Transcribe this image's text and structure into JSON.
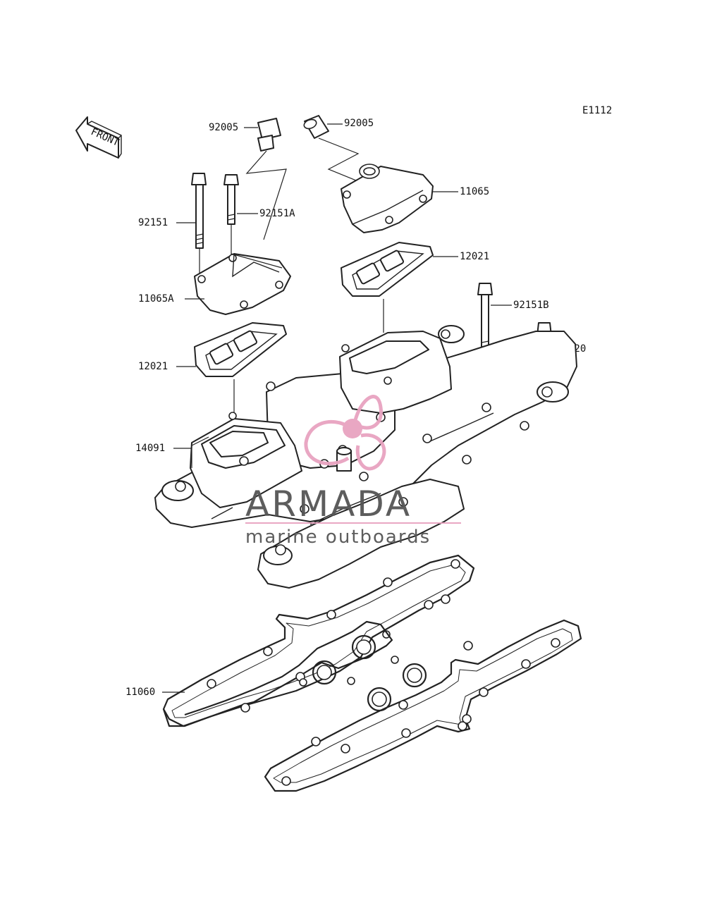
{
  "diagram_id": "E1112",
  "front_label": "FRONT",
  "callouts": {
    "c92005_left": "92005",
    "c92005_right": "92005",
    "c11065": "11065",
    "c92151": "92151",
    "c92151A": "92151A",
    "c11065A": "11065A",
    "c12021_right": "12021",
    "c12021_left": "12021",
    "c92151B": "92151B",
    "c120": "120",
    "c14091": "14091",
    "c11060": "11060"
  },
  "watermark": {
    "brand": "ARMADA",
    "tagline": "marine outboards",
    "accent_color": "#e8a3c0",
    "text_color": "#555555"
  }
}
